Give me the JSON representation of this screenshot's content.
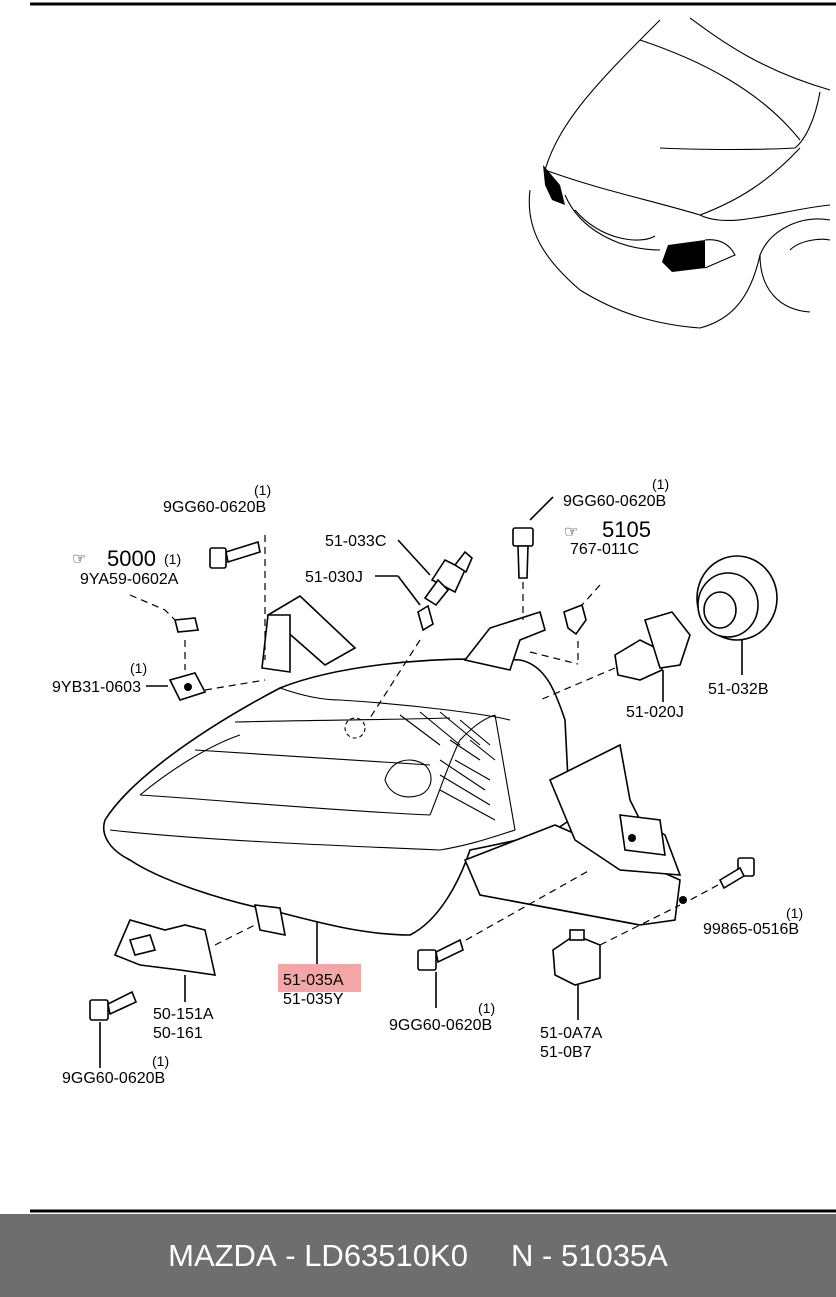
{
  "labels": {
    "bolt_top_left": "9GG60-0620B",
    "bolt_top_left_qty": "(1)",
    "ref_5000": "5000",
    "ref_5000_qty": "(1)",
    "code_9ya59": "9YA59-0602A",
    "code_9yb31": "9YB31-0603",
    "code_9yb31_qty": "(1)",
    "code_51_033c": "51-033C",
    "code_51_030j": "51-030J",
    "bolt_top_right": "9GG60-0620B",
    "bolt_top_right_qty": "(1)",
    "ref_5105": "5105",
    "code_767_011c": "767-011C",
    "code_51_032b": "51-032B",
    "code_51_020j": "51-020J",
    "code_99865": "99865-0516B",
    "code_99865_qty": "(1)",
    "highlight_part": "51-035A",
    "code_51_035y": "51-035Y",
    "code_50_151a": "50-151A",
    "code_50_161": "50-161",
    "bolt_bottom_left": "9GG60-0620B",
    "bolt_bottom_left_qty": "(1)",
    "bolt_bottom_mid": "9GG60-0620B",
    "bolt_bottom_mid_qty": "(1)",
    "code_51_0a7a": "51-0A7A",
    "code_51_0b7": "51-0B7"
  },
  "footer": {
    "brand": "MAZDA",
    "sep1": " - ",
    "part_number": "LD63510K0",
    "gap": "     ",
    "n_prefix": "N",
    "sep2": " - ",
    "n_number": "51035A"
  },
  "colors": {
    "highlight": "#f4a6a6",
    "footer_bg": "#6e6e6e",
    "footer_text": "#ffffff"
  }
}
